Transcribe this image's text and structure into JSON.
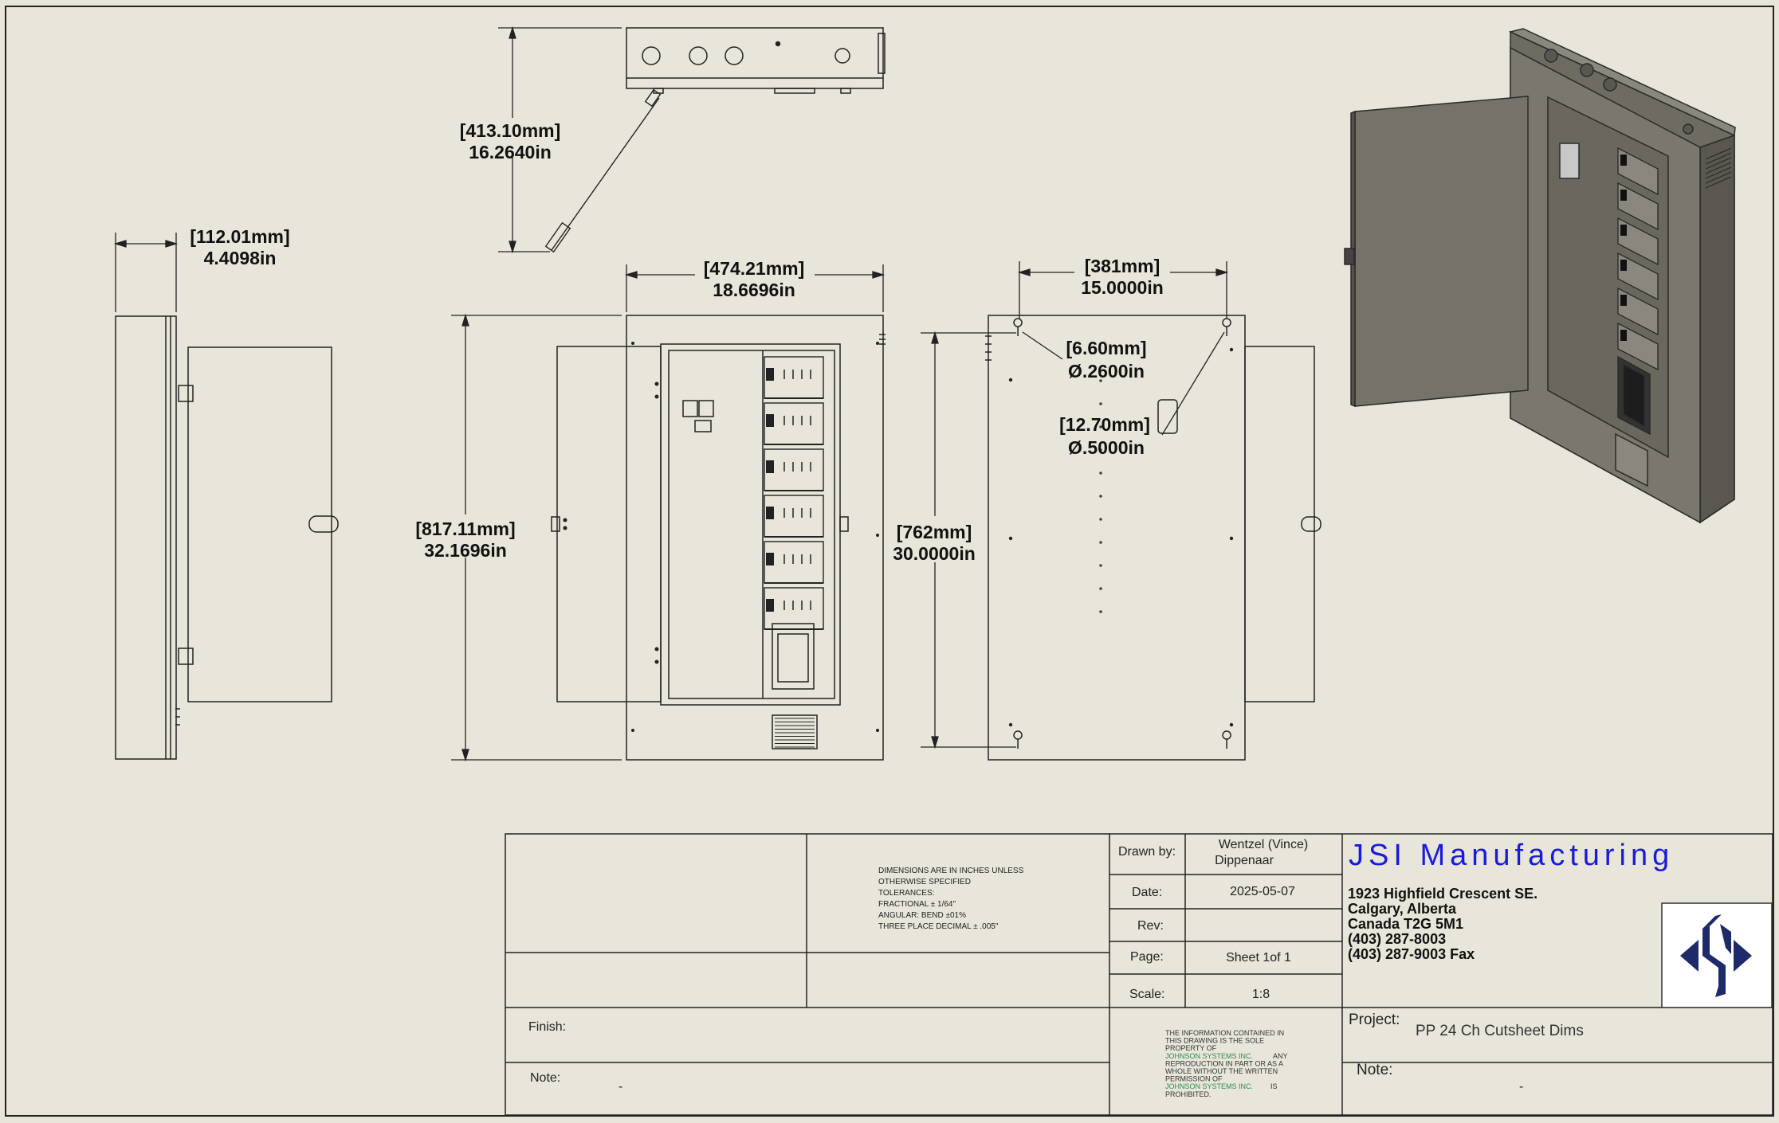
{
  "dimensions": {
    "depth": {
      "mm": "[112.01mm]",
      "in": "4.4098in"
    },
    "top_length": {
      "mm": "[413.10mm]",
      "in": "16.2640in"
    },
    "width": {
      "mm": "[474.21mm]",
      "in": "18.6696in"
    },
    "height": {
      "mm": "[817.11mm]",
      "in": "32.1696in"
    },
    "mount_width": {
      "mm": "[381mm]",
      "in": "15.0000in"
    },
    "mount_height": {
      "mm": "[762mm]",
      "in": "30.0000in"
    },
    "keyhole_small": {
      "mm": "[6.60mm]",
      "in": "Ø.2600in"
    },
    "keyhole_large": {
      "mm": "[12.70mm]",
      "in": "Ø.5000in"
    }
  },
  "title_block": {
    "tolerance_notes": [
      "DIMENSIONS ARE IN INCHES UNLESS",
      "OTHERWISE SPECIFIED",
      "TOLERANCES:",
      "FRACTIONAL ± 1/64\"",
      "ANGULAR: BEND ±01%",
      "THREE PLACE DECIMAL  ± .005\""
    ],
    "drawn_by_label": "Drawn by:",
    "drawn_by_line1": "Wentzel (Vince)",
    "drawn_by_line2": "Dippenaar",
    "date_label": "Date:",
    "date_value": "2025-05-07",
    "rev_label": "Rev:",
    "rev_value": "",
    "page_label": "Page:",
    "page_value": "Sheet 1of 1",
    "scale_label": "Scale:",
    "scale_value": "1:8",
    "finish_label": "Finish:",
    "note_label": "Note:",
    "note_value": "-",
    "proprietary": [
      {
        "text": "THE INFORMATION CONTAINED IN",
        "green": false
      },
      {
        "text": "THIS DRAWING IS THE SOLE",
        "green": false
      },
      {
        "text": "PROPERTY OF",
        "green": false
      },
      {
        "text": "JOHNSON SYSTEMS INC.",
        "green": true
      },
      {
        "text": "REPRODUCTION IN PART OR AS A",
        "green": false
      },
      {
        "text": "WHOLE WITHOUT THE WRITTEN",
        "green": false
      },
      {
        "text": "PERMISSION OF",
        "green": false
      },
      {
        "text": "JOHNSON SYSTEMS INC.",
        "green": true
      },
      {
        "text": "PROHIBITED.",
        "green": false
      }
    ],
    "proprietary_any": "ANY",
    "proprietary_is": "IS",
    "company_name": "JSI Manufacturing",
    "address_lines": [
      "1923 Highfield Crescent SE.",
      "Calgary, Alberta",
      "Canada T2G 5M1",
      "(403) 287-8003",
      "(403) 287-9003 Fax"
    ],
    "project_label": "Project:",
    "project_value": "PP 24 Ch Cutsheet Dims",
    "project_note_label": "Note:",
    "project_note_value": "-"
  },
  "colors": {
    "paper": "#e8e6da",
    "line": "#1a1a1a",
    "company_blue": "#1a1adc",
    "logo_blue": "#1f2a6b",
    "iso_body": "#6e6b62"
  }
}
